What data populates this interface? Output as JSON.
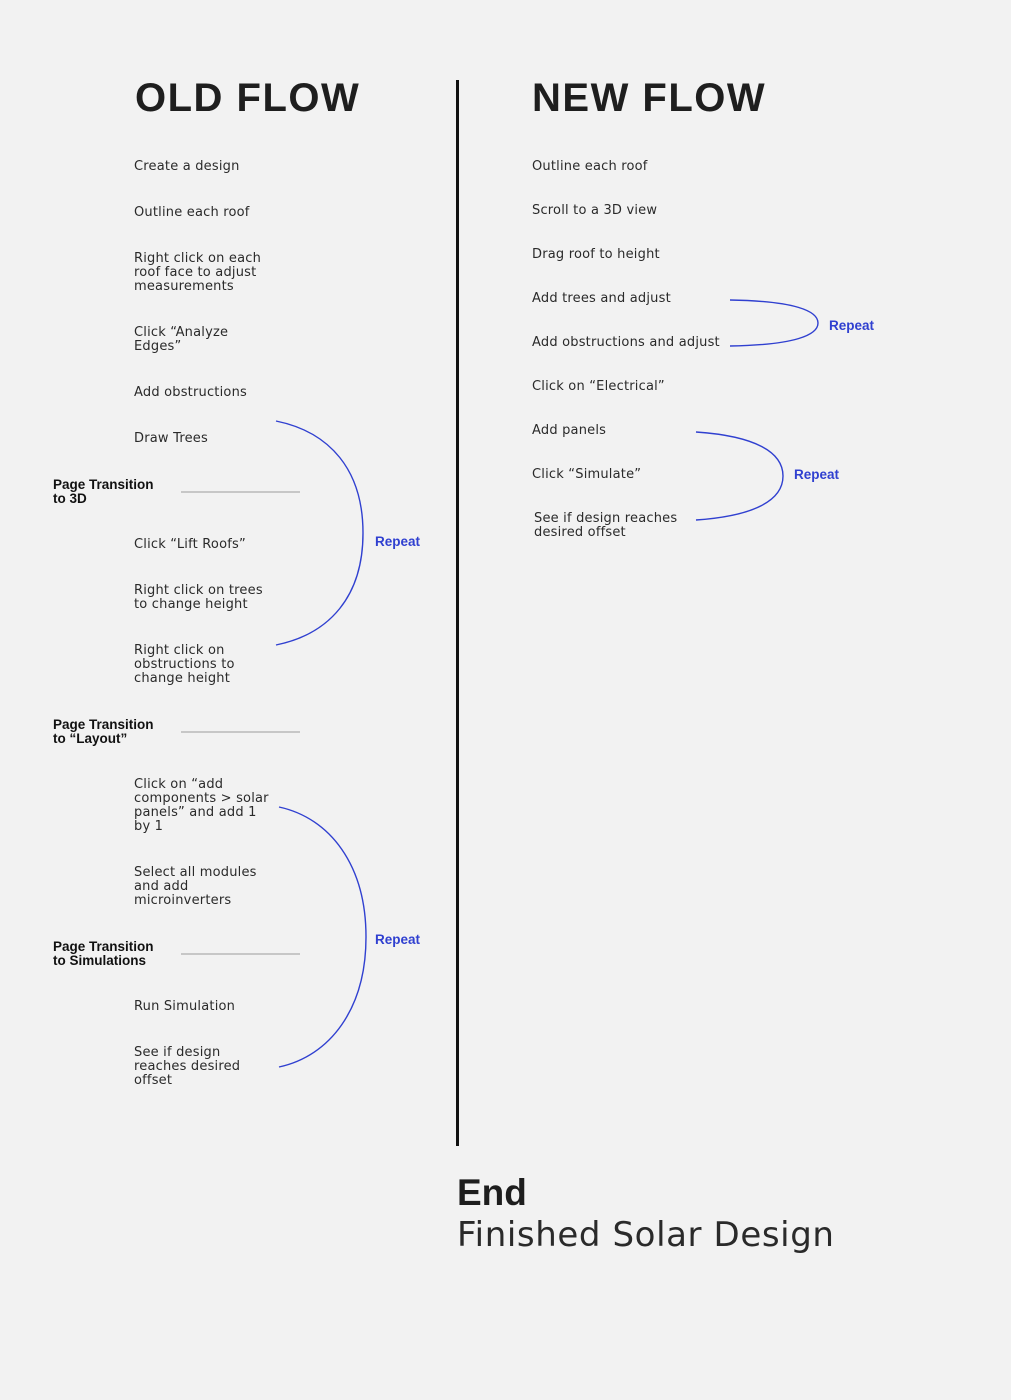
{
  "old_flow": {
    "heading": "OLD FLOW",
    "steps": [
      "Create a design",
      "Outline each roof",
      "Right click on each\nroof face to adjust\nmeasurements",
      "Click “Analyze\nEdges”",
      "Add obstructions",
      "Draw Trees",
      "Click “Lift Roofs”",
      "Right click on trees\nto change height",
      "Right click on\nobstructions to\nchange height",
      "Click on “add\ncomponents > solar\npanels” and add 1\nby 1",
      "Select all modules\nand add\nmicroinverters",
      "Run Simulation",
      "See if design\nreaches desired\noffset"
    ],
    "transitions": [
      "Page Transition\nto 3D",
      "Page Transition\nto “Layout”",
      "Page Transition\nto Simulations"
    ],
    "repeat_labels": [
      "Repeat",
      "Repeat"
    ]
  },
  "new_flow": {
    "heading": "NEW FLOW",
    "steps": [
      "Outline each roof",
      "Scroll to a 3D view",
      "Drag roof to height",
      "Add trees and adjust",
      "Add obstructions and adjust",
      "Click on “Electrical”",
      "Add panels",
      "Click “Simulate”",
      "See if design reaches\ndesired offset"
    ],
    "repeat_labels": [
      "Repeat",
      "Repeat"
    ]
  },
  "end": {
    "title": "End",
    "subtitle": "Finished Solar Design"
  },
  "colors": {
    "background": "#f2f2f2",
    "bracket": "#3040d0",
    "divider": "#111111",
    "transition_line": "#c7c7c7"
  }
}
